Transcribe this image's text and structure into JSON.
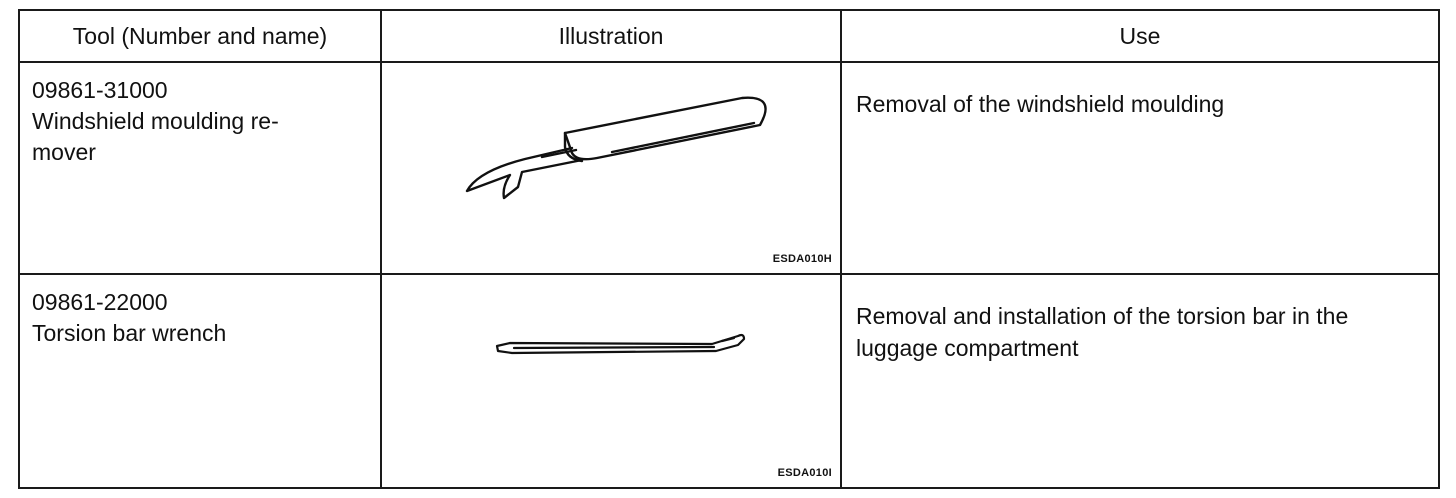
{
  "table": {
    "headers": {
      "tool": "Tool (Number and name)",
      "illustration": "Illustration",
      "use": "Use"
    },
    "rows": [
      {
        "number": "09861-31000",
        "name": "Windshield moulding re-\nmover",
        "illustration_icon": "windshield-moulding-remover-icon",
        "illustration_code": "ESDA010H",
        "use": "Removal of the windshield moulding"
      },
      {
        "number": "09861-22000",
        "name": "Torsion bar wrench",
        "illustration_icon": "torsion-bar-wrench-icon",
        "illustration_code": "ESDA010I",
        "use": "Removal and installation of the torsion bar in the luggage compartment"
      }
    ]
  }
}
